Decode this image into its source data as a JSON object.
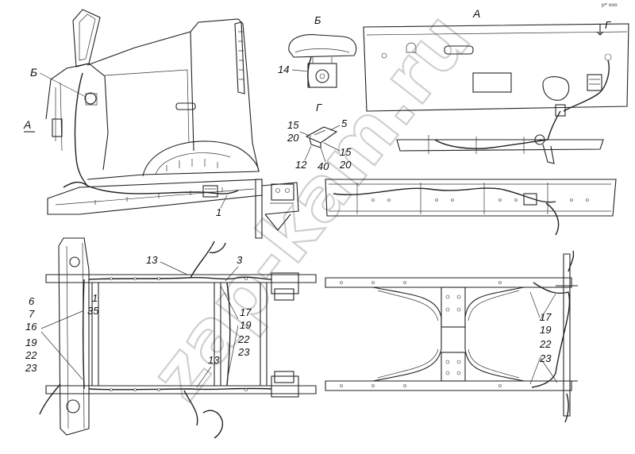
{
  "watermark": "zap-kam.ru",
  "corner_mark": "p* ooo",
  "views": {
    "cab_side": {
      "view_label_A": "А",
      "view_label_B": "Б",
      "callout": "1"
    },
    "detail_B": {
      "title": "Б",
      "callout": "14"
    },
    "detail_G": {
      "title": "Г",
      "callouts": [
        "15",
        "20",
        "5",
        "12",
        "40",
        "15",
        "20"
      ]
    },
    "view_A": {
      "title": "А",
      "direction_label": "Г"
    },
    "frame_top": {
      "left_callouts": [
        "6",
        "7",
        "16",
        "19",
        "22",
        "23"
      ],
      "callouts": [
        "1",
        "35",
        "13",
        "3",
        "17",
        "19",
        "22",
        "23",
        "13"
      ]
    },
    "frame_rear": {
      "callouts": [
        "17",
        "19",
        "22",
        "23"
      ]
    }
  }
}
